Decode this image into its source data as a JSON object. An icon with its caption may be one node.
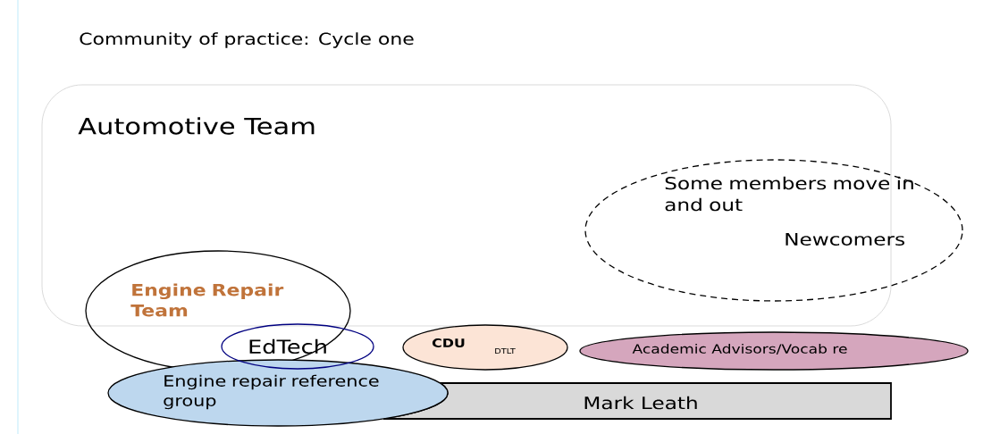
{
  "diagram": {
    "title": "Community of practice: Cycle one",
    "nodes": [
      {
        "text": [
          "Automotive Team"
        ]
      },
      {
        "text": [
          "Some members move in and out",
          "Newcomers"
        ]
      },
      {
        "text": [
          "Engine Repair Team"
        ]
      },
      {
        "text": [
          "EdTech"
        ]
      },
      {
        "text": [
          "CDU",
          "DTLT"
        ]
      },
      {
        "text": [
          "Academic Advisors/Vocab re"
        ]
      },
      {
        "text": [
          "Engine repair reference group"
        ]
      },
      {
        "text": [
          "Mark Leath"
        ]
      }
    ],
    "edges": []
  }
}
